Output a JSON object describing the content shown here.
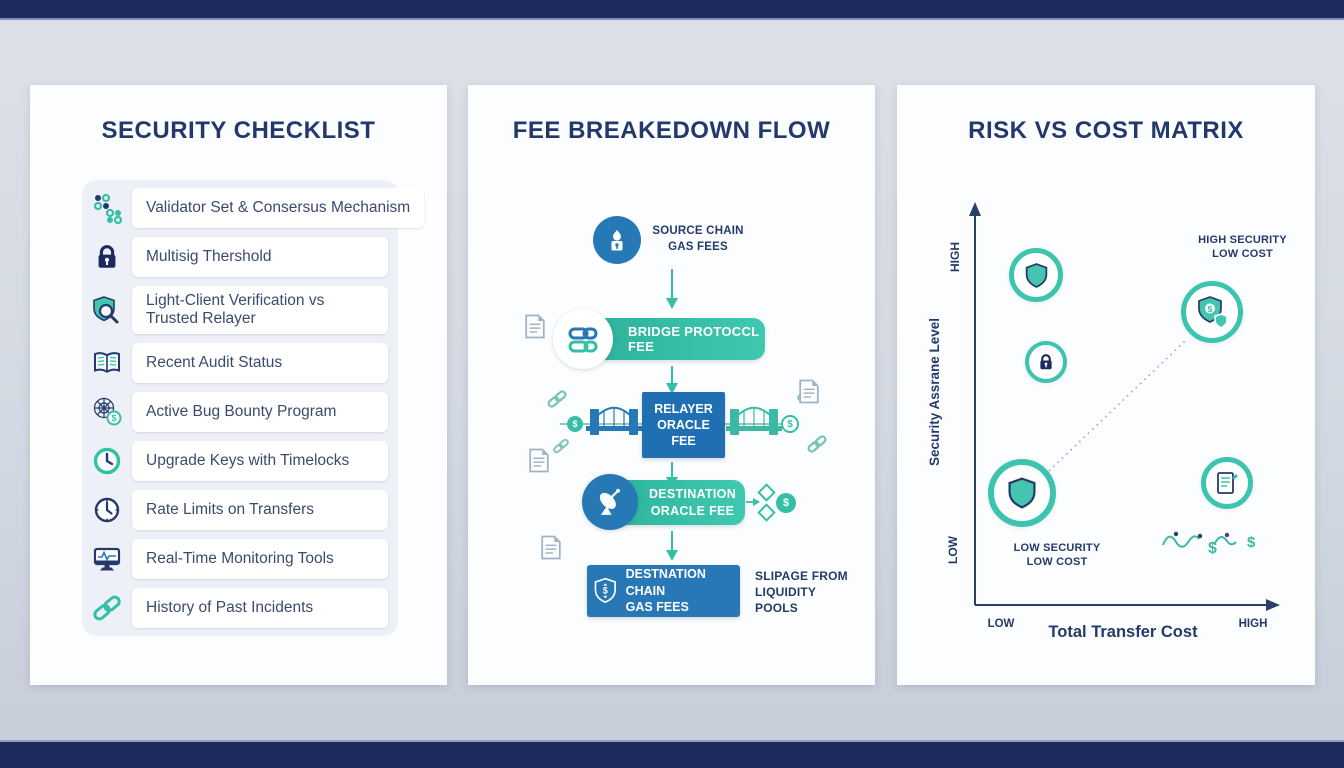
{
  "colors": {
    "navy": "#1d2a5e",
    "teal": "#35bfa7",
    "blue": "#2679b5",
    "title_navy": "#24396b",
    "background": "#d6dbe3"
  },
  "checklist": {
    "title": "SECURITY CHECKLIST",
    "items": [
      {
        "icon": "network-nodes-icon",
        "lines": [
          "Validator Set & Consersus Mechanism"
        ]
      },
      {
        "icon": "lock-icon",
        "lines": [
          "Multisig Thershold"
        ]
      },
      {
        "icon": "shield-magnifier-icon",
        "lines": [
          "Light-Client Verification vs",
          "Trusted Relayer"
        ]
      },
      {
        "icon": "open-book-icon",
        "lines": [
          "Recent Audit Status"
        ]
      },
      {
        "icon": "bug-bounty-web-icon",
        "lines": [
          "Active Bug Bounty Program"
        ]
      },
      {
        "icon": "clock-teal-icon",
        "lines": [
          "Upgrade Keys with Timelocks"
        ]
      },
      {
        "icon": "clock-navy-icon",
        "lines": [
          "Rate Limits on Transfers"
        ]
      },
      {
        "icon": "monitor-icon",
        "lines": [
          "Real-Time Monitoring Tools"
        ]
      },
      {
        "icon": "chain-link-icon",
        "lines": [
          "History of Past Incidents"
        ]
      }
    ]
  },
  "flow": {
    "title": "FEE BREAKEDOWN FLOW",
    "source_chain": {
      "lines": [
        "SOURCE CHAIN",
        "GAS FEES"
      ]
    },
    "bridge_fee": {
      "label": "BRIDGE PROTOCCL FEE"
    },
    "relayer_fee": {
      "lines": [
        "RELAYER",
        "ORACLE",
        "FEE"
      ]
    },
    "destination_oracle_fee": {
      "lines": [
        "DESTINATION",
        "ORACLE FEE"
      ]
    },
    "destination_gas": {
      "lines": [
        "DESTNATION CHAIN",
        "GAS FEES"
      ]
    },
    "slippage_note": {
      "lines": [
        "SLIPAGE FROM",
        "LIQUIDITY",
        "POOLS"
      ]
    },
    "dollar_sign": "$"
  },
  "matrix": {
    "title": "RISK VS COST MATRIX",
    "y_axis": {
      "label": "Security Assrane Level",
      "top_tick": "HIGH",
      "bottom_tick": "LOW"
    },
    "x_axis": {
      "label": "Total Transfer Cost",
      "left_tick": "LOW",
      "right_tick": "HIGH"
    },
    "annotations": {
      "high_security": {
        "lines": [
          "HIGH SECURITY",
          "LOW COST"
        ]
      },
      "low_security": {
        "lines": [
          "LOW SECURITY",
          "LOW COST"
        ]
      }
    },
    "markers": [
      {
        "icon": "shield-icon",
        "position": "upper-left"
      },
      {
        "icon": "lock-icon",
        "position": "mid-left"
      },
      {
        "icon": "shield-dollar-icon",
        "position": "upper-right",
        "label": "HIGH SECURITY LOW COST"
      },
      {
        "icon": "shield-icon",
        "position": "lower-left",
        "label": "LOW SECURITY LOW COST"
      },
      {
        "icon": "document-pencil-icon",
        "position": "lower-right"
      }
    ],
    "dollar_sign": "$"
  }
}
